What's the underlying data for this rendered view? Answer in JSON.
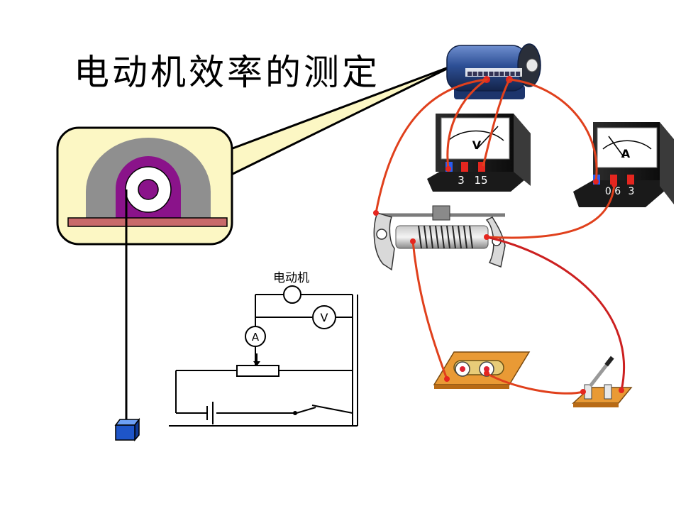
{
  "title": "电动机效率的测定",
  "schematic": {
    "motor_label": "电动机",
    "voltmeter_label": "V",
    "ammeter_label": "A"
  },
  "meters": {
    "voltmeter": {
      "letter": "V",
      "terminals": [
        "3",
        "15"
      ]
    },
    "ammeter": {
      "letter": "A",
      "terminals": [
        "0.6",
        "3"
      ]
    }
  },
  "motor": {
    "plate_text": "■■■■■■■■■■"
  },
  "colors": {
    "wire": "#e0401c",
    "wire_dark": "#cc2020",
    "callout_fill": "#fcf7c4",
    "pulley_gray": "#8f8f8f",
    "pulley_purple": "#8a138a",
    "base_bar": "#c86a6a",
    "motor_blue": "#2d4f95",
    "weight_blue": "#1e55c8",
    "board_orange": "#e99a35"
  }
}
